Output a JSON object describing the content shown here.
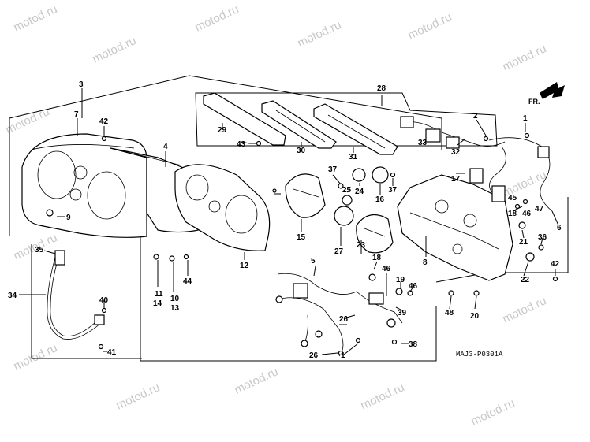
{
  "diagram": {
    "watermark": "motod.ru",
    "drawing_code": "MAJ3-P0301A",
    "direction_label": "FR.",
    "callouts": [
      "1",
      "2",
      "3",
      "4",
      "5",
      "6",
      "7",
      "8",
      "9",
      "10",
      "11",
      "12",
      "13",
      "14",
      "15",
      "16",
      "17",
      "18",
      "19",
      "20",
      "21",
      "22",
      "23",
      "24",
      "25",
      "26",
      "27",
      "28",
      "29",
      "30",
      "31",
      "32",
      "33",
      "34",
      "35",
      "36",
      "37",
      "38",
      "39",
      "40",
      "41",
      "42",
      "43",
      "44",
      "45",
      "46",
      "47",
      "48"
    ]
  }
}
